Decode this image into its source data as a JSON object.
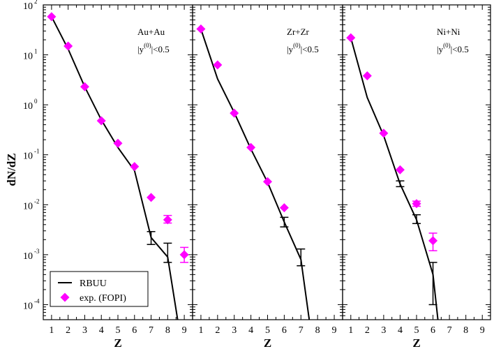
{
  "chart_data": {
    "type": "line",
    "ylabel": "dN/dZ",
    "xlabel": "Z",
    "yscale": "log",
    "ylim": [
      5e-05,
      100
    ],
    "xlim": [
      0.5,
      9.5
    ],
    "x_ticks": [
      "1",
      "2",
      "3",
      "4",
      "5",
      "6",
      "7",
      "8",
      "9"
    ],
    "y_ticks": [
      {
        "base": "10",
        "exp": "2",
        "value": 100
      },
      {
        "base": "10",
        "exp": "1",
        "value": 10
      },
      {
        "base": "10",
        "exp": "0",
        "value": 1
      },
      {
        "base": "10",
        "exp": "-1",
        "value": 0.1
      },
      {
        "base": "10",
        "exp": "-2",
        "value": 0.01
      },
      {
        "base": "10",
        "exp": "-3",
        "value": 0.001
      },
      {
        "base": "10",
        "exp": "-4",
        "value": 0.0001
      }
    ],
    "legend": {
      "position": "bottom-left of first panel",
      "entries": [
        {
          "label": "RBUU",
          "color": "#000000",
          "marker": "line"
        },
        {
          "label": "exp. (FOPI)",
          "color": "#ff00ff",
          "marker": "diamond"
        }
      ]
    },
    "panels": [
      {
        "system": "Au+Au",
        "cut": {
          "pre": "|y",
          "sup": "(0)",
          "post": "|<0.5"
        },
        "series": [
          {
            "name": "RBUU",
            "color": "#000000",
            "style": "line",
            "points": [
              {
                "x": 1,
                "y": 58
              },
              {
                "x": 2,
                "y": 13
              },
              {
                "x": 3,
                "y": 2.3
              },
              {
                "x": 4,
                "y": 0.5
              },
              {
                "x": 5,
                "y": 0.14
              },
              {
                "x": 6,
                "y": 0.048
              },
              {
                "x": 7,
                "y": 0.0022,
                "err": [
                  0.0016,
                  0.0029
                ]
              },
              {
                "x": 8,
                "y": 0.0009,
                "err": [
                  0.0007,
                  0.0017
                ]
              },
              {
                "x": 8.6,
                "y": 5e-05
              }
            ]
          },
          {
            "name": "exp. (FOPI)",
            "color": "#ff00ff",
            "style": "diamond",
            "points": [
              {
                "x": 1,
                "y": 58
              },
              {
                "x": 2,
                "y": 15
              },
              {
                "x": 3,
                "y": 2.3
              },
              {
                "x": 4,
                "y": 0.48
              },
              {
                "x": 5,
                "y": 0.17
              },
              {
                "x": 6,
                "y": 0.058
              },
              {
                "x": 7,
                "y": 0.014
              },
              {
                "x": 8,
                "y": 0.005,
                "err": [
                  0.0043,
                  0.0061
                ]
              },
              {
                "x": 9,
                "y": 0.001,
                "err": [
                  0.0007,
                  0.0014
                ]
              }
            ]
          }
        ]
      },
      {
        "system": "Zr+Zr",
        "cut": {
          "pre": "|y",
          "sup": "(0)",
          "post": "|<0.5"
        },
        "series": [
          {
            "name": "RBUU",
            "color": "#000000",
            "style": "line",
            "points": [
              {
                "x": 1,
                "y": 33
              },
              {
                "x": 2,
                "y": 3.3
              },
              {
                "x": 3,
                "y": 0.7
              },
              {
                "x": 4,
                "y": 0.13
              },
              {
                "x": 5,
                "y": 0.028
              },
              {
                "x": 6,
                "y": 0.0045,
                "err": [
                  0.0036,
                  0.0056
                ]
              },
              {
                "x": 7,
                "y": 0.0008,
                "err": [
                  0.0006,
                  0.0013
                ]
              },
              {
                "x": 7.5,
                "y": 5e-05
              }
            ]
          },
          {
            "name": "exp. (FOPI)",
            "color": "#ff00ff",
            "style": "diamond",
            "points": [
              {
                "x": 1,
                "y": 33
              },
              {
                "x": 2,
                "y": 6.3
              },
              {
                "x": 3,
                "y": 0.68
              },
              {
                "x": 4,
                "y": 0.14
              },
              {
                "x": 5,
                "y": 0.029
              },
              {
                "x": 6,
                "y": 0.0087
              }
            ]
          }
        ]
      },
      {
        "system": "Ni+Ni",
        "cut": {
          "pre": "|y",
          "sup": "(0)",
          "post": "|<0.5"
        },
        "series": [
          {
            "name": "RBUU",
            "color": "#000000",
            "style": "line",
            "points": [
              {
                "x": 1,
                "y": 22
              },
              {
                "x": 2,
                "y": 1.4
              },
              {
                "x": 3,
                "y": 0.24
              },
              {
                "x": 4,
                "y": 0.026,
                "err": [
                  0.023,
                  0.03
                ]
              },
              {
                "x": 5,
                "y": 0.005,
                "err": [
                  0.0042,
                  0.0063
                ]
              },
              {
                "x": 6,
                "y": 0.0004,
                "err": [
                  0.0001,
                  0.0007
                ]
              },
              {
                "x": 6.3,
                "y": 5e-05
              }
            ]
          },
          {
            "name": "exp. (FOPI)",
            "color": "#ff00ff",
            "style": "diamond",
            "points": [
              {
                "x": 1,
                "y": 22
              },
              {
                "x": 2,
                "y": 3.8
              },
              {
                "x": 3,
                "y": 0.27
              },
              {
                "x": 4,
                "y": 0.05
              },
              {
                "x": 5,
                "y": 0.0105,
                "err": [
                  0.0093,
                  0.0118
                ]
              },
              {
                "x": 6,
                "y": 0.0019,
                "err": [
                  0.0012,
                  0.0027
                ]
              }
            ]
          }
        ]
      }
    ]
  }
}
